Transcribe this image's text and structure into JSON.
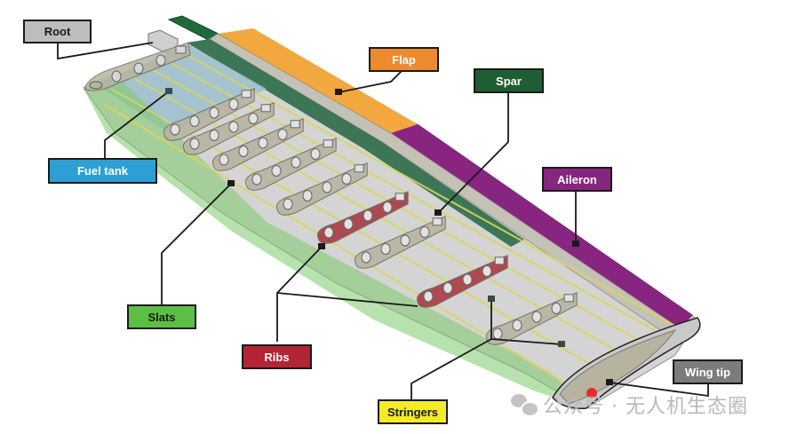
{
  "diagram": {
    "subject": "Aircraft wing structure",
    "labels": [
      {
        "id": "root",
        "text": "Root",
        "bg": "#bdbdbd",
        "fg": "#1a1a1a"
      },
      {
        "id": "flap",
        "text": "Flap",
        "bg": "#ee8a2e",
        "fg": "#ffffff"
      },
      {
        "id": "spar",
        "text": "Spar",
        "bg": "#1f5e34",
        "fg": "#ffffff"
      },
      {
        "id": "fuel-tank",
        "text": "Fuel tank",
        "bg": "#2e9fd4",
        "fg": "#ffffff"
      },
      {
        "id": "aileron",
        "text": "Aileron",
        "bg": "#86267f",
        "fg": "#ffffff"
      },
      {
        "id": "slats",
        "text": "Slats",
        "bg": "#5cbf45",
        "fg": "#1a1a1a"
      },
      {
        "id": "ribs",
        "text": "Ribs",
        "bg": "#b32535",
        "fg": "#ffffff"
      },
      {
        "id": "stringers",
        "text": "Stringers",
        "bg": "#f2eb26",
        "fg": "#1a1a1a"
      },
      {
        "id": "wing-tip",
        "text": "Wing tip",
        "bg": "#7b7d7b",
        "fg": "#ffffff"
      }
    ],
    "colors": {
      "flap": "#f2a63f",
      "aileron": "#862581",
      "spar": "#2f6e4c",
      "slats": "#8fd07e",
      "fuel_tank": "#9cc0cc",
      "rib_gray": "#b8b4a4",
      "rib_red": "#a83a44",
      "stringer": "#d9d65a",
      "skin": "#d2d2d2",
      "tip_light": "#e52d2d"
    }
  },
  "watermark": {
    "text": "公众号 · 无人机生态圈",
    "icon": "wechat-icon"
  }
}
